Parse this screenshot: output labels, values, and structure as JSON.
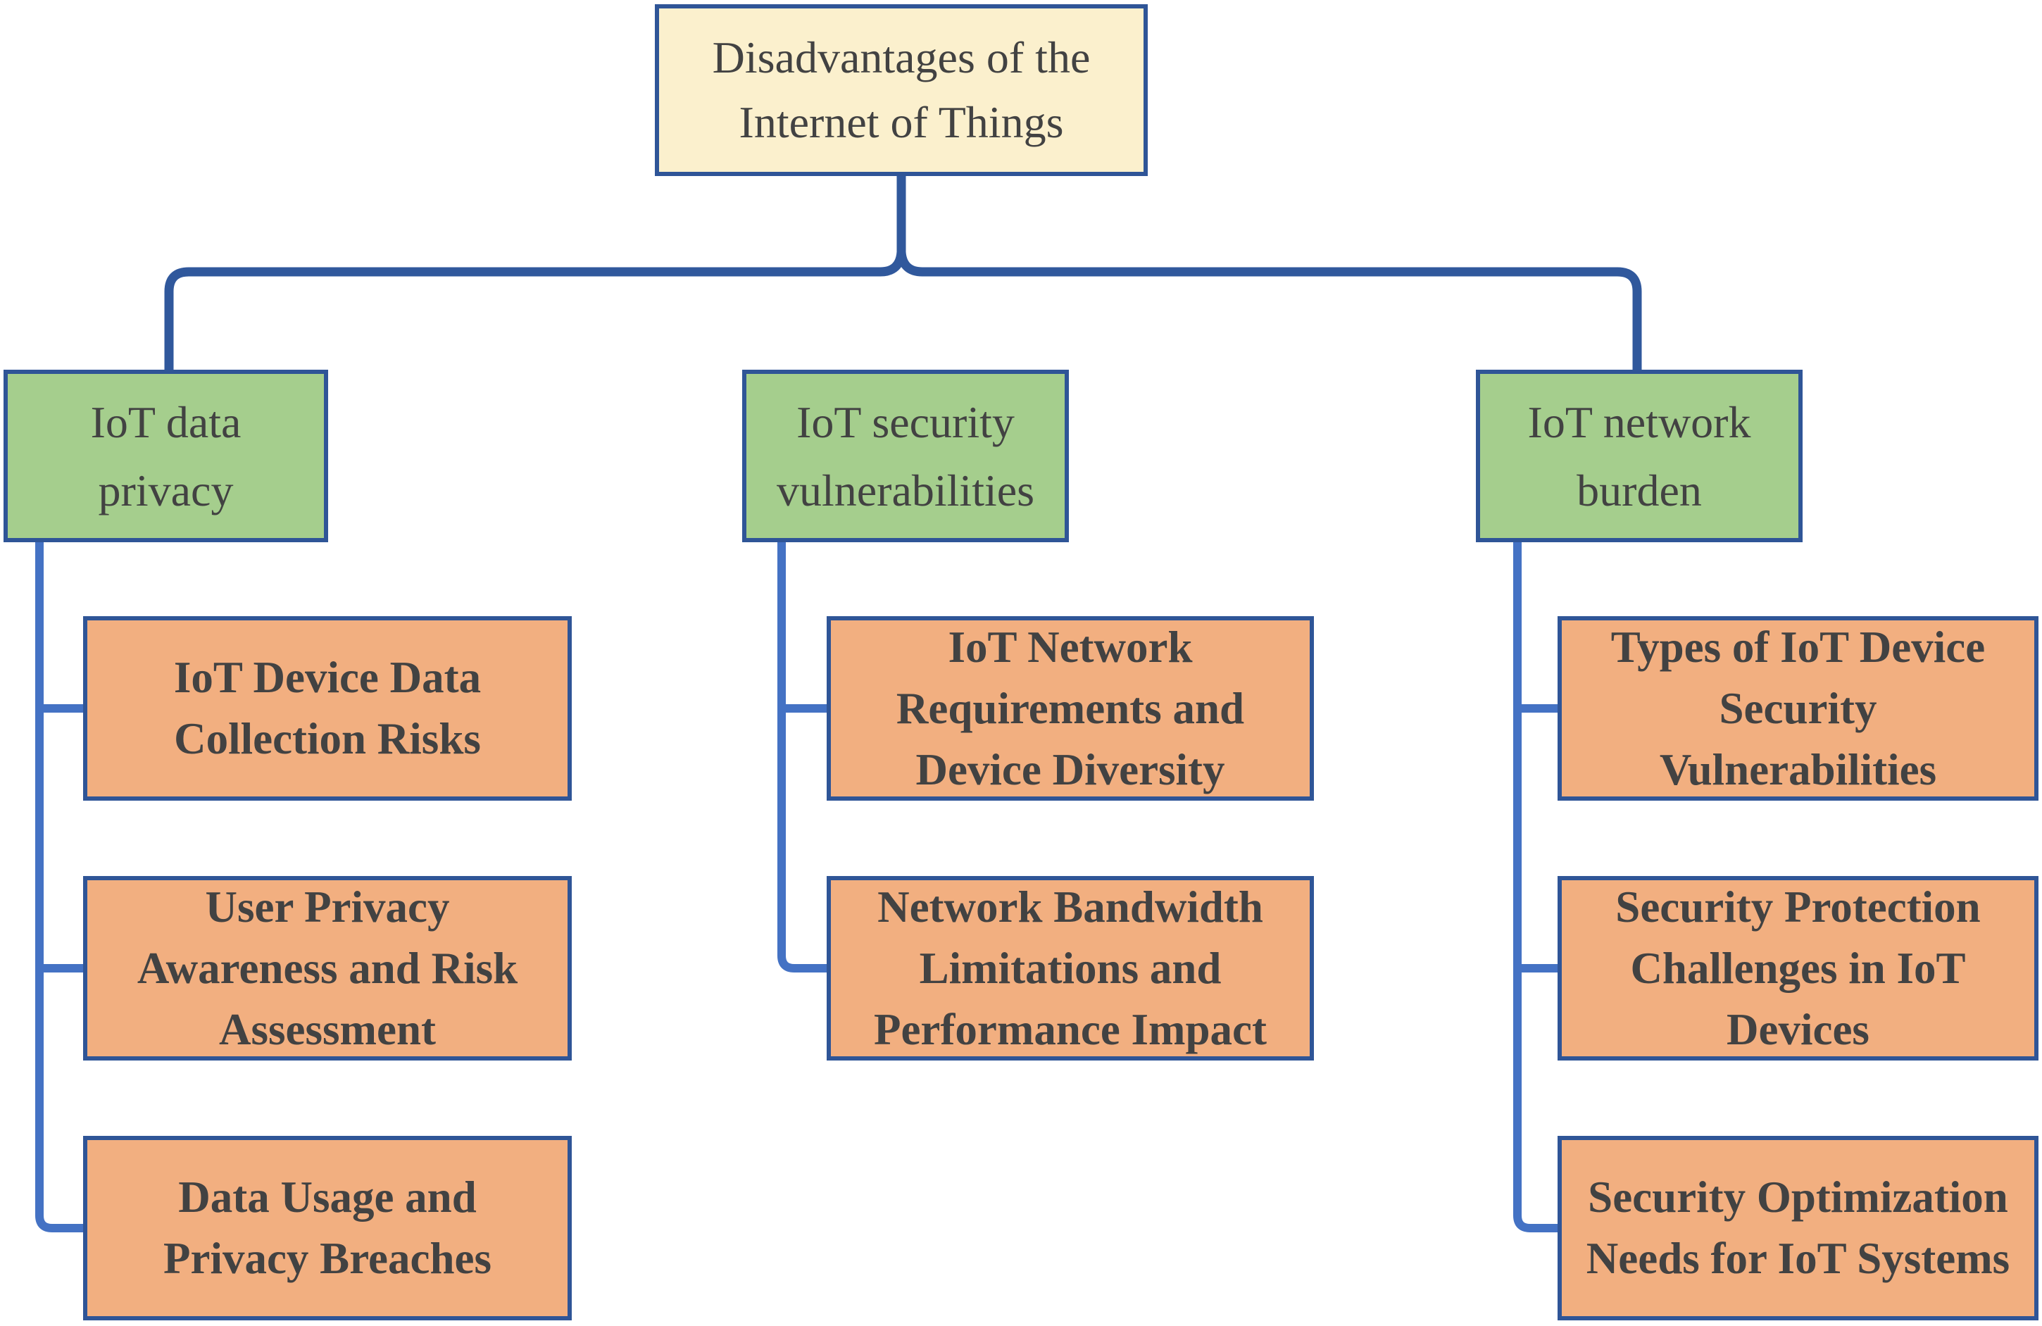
{
  "diagram": {
    "title": {
      "label": "Disadvantages of the\nInternet of Things"
    },
    "branches": [
      {
        "label": "IoT data\nprivacy",
        "children": [
          {
            "label": "IoT Device Data\nCollection Risks"
          },
          {
            "label": "User Privacy\nAwareness and Risk\nAssessment"
          },
          {
            "label": "Data Usage and\nPrivacy Breaches"
          }
        ]
      },
      {
        "label": "IoT security\nvulnerabilities",
        "children": [
          {
            "label": "IoT Network\nRequirements and\nDevice Diversity"
          },
          {
            "label": "Network Bandwidth\nLimitations and\nPerformance Impact"
          }
        ]
      },
      {
        "label": "IoT network\nburden",
        "children": [
          {
            "label": "Types of IoT Device\nSecurity\nVulnerabilities"
          },
          {
            "label": "Security Protection\nChallenges in IoT\nDevices"
          },
          {
            "label": "Security Optimization\nNeeds for IoT Systems"
          }
        ]
      }
    ]
  },
  "colors": {
    "root_fill": "#FBF0CD",
    "branch_fill": "#A5CE8D",
    "leaf_fill": "#F2AF80",
    "box_border": "#2F5597",
    "connector_dark": "#30589C",
    "connector_light": "#4472C4",
    "text_color": "#424242"
  }
}
